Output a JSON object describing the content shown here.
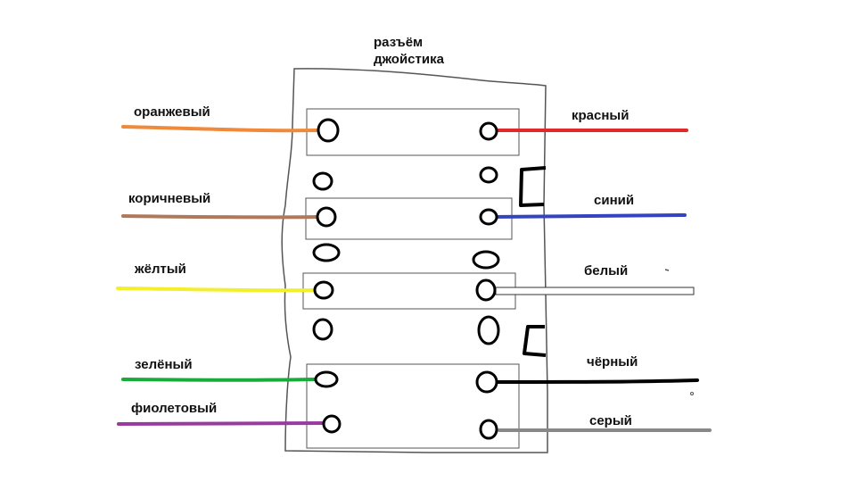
{
  "title": {
    "line1": "разъём",
    "line2": "джойстика"
  },
  "wires": {
    "orange": {
      "label": "оранжевый",
      "color": "#f08a3a"
    },
    "brown": {
      "label": "коричневый",
      "color": "#b07a5a"
    },
    "yellow": {
      "label": "жёлтый",
      "color": "#f2f02a"
    },
    "green": {
      "label": "зелёный",
      "color": "#1aaa3a"
    },
    "purple": {
      "label": "фиолетовый",
      "color": "#9a3aa0"
    },
    "red": {
      "label": "красный",
      "color": "#e02a2a"
    },
    "blue": {
      "label": "синий",
      "color": "#3344c0"
    },
    "white": {
      "label": "белый",
      "color": "#ffffff"
    },
    "black": {
      "label": "чёрный",
      "color": "#000000"
    },
    "grey": {
      "label": "серый",
      "color": "#888888"
    }
  }
}
